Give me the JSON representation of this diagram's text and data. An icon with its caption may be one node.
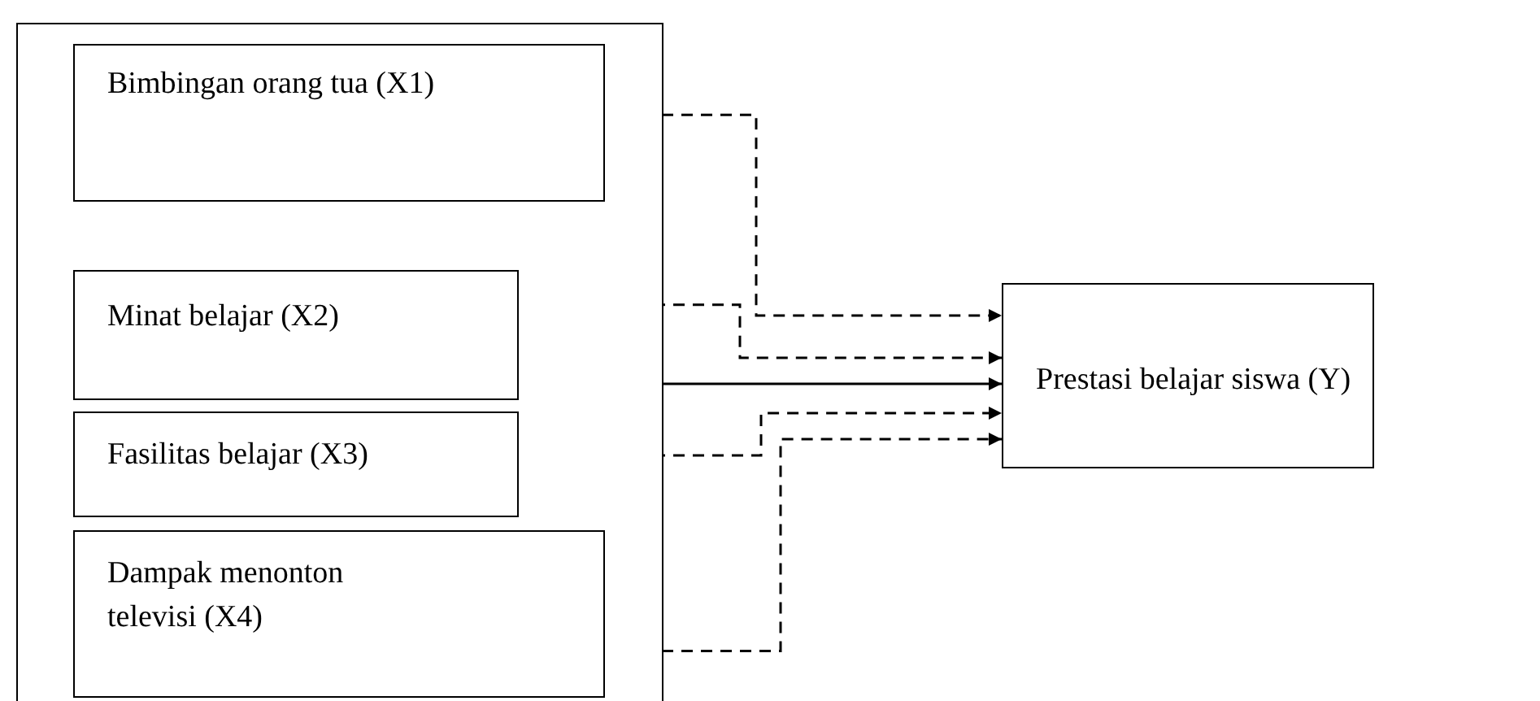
{
  "diagram": {
    "nodes": [
      {
        "text": [],
        "shape": "box"
      },
      {
        "text": [
          "Bimbingan orang tua (X1)"
        ],
        "in": 0
      },
      {
        "text": [
          "Minat belajar (X2)"
        ],
        "in": 0
      },
      {
        "text": [
          "Fasilitas belajar (X3)"
        ],
        "in": 0
      },
      {
        "text": [
          "Dampak  menonton televisi (X4)"
        ],
        "in": 0
      },
      {
        "text": [
          "Prestasi belajar siswa (Y)"
        ]
      }
    ],
    "edges": [
      {
        "from": 1,
        "to": 5,
        "arrow": "to",
        "style": "dashed"
      },
      {
        "from": 2,
        "to": 5,
        "arrow": "to",
        "style": "dashed"
      },
      {
        "from": 3,
        "to": 5,
        "arrow": "to",
        "style": "dashed"
      },
      {
        "from": 4,
        "to": 5,
        "arrow": "to",
        "style": "dashed"
      },
      {
        "from": 0,
        "to": 5,
        "arrow": "to"
      }
    ]
  }
}
